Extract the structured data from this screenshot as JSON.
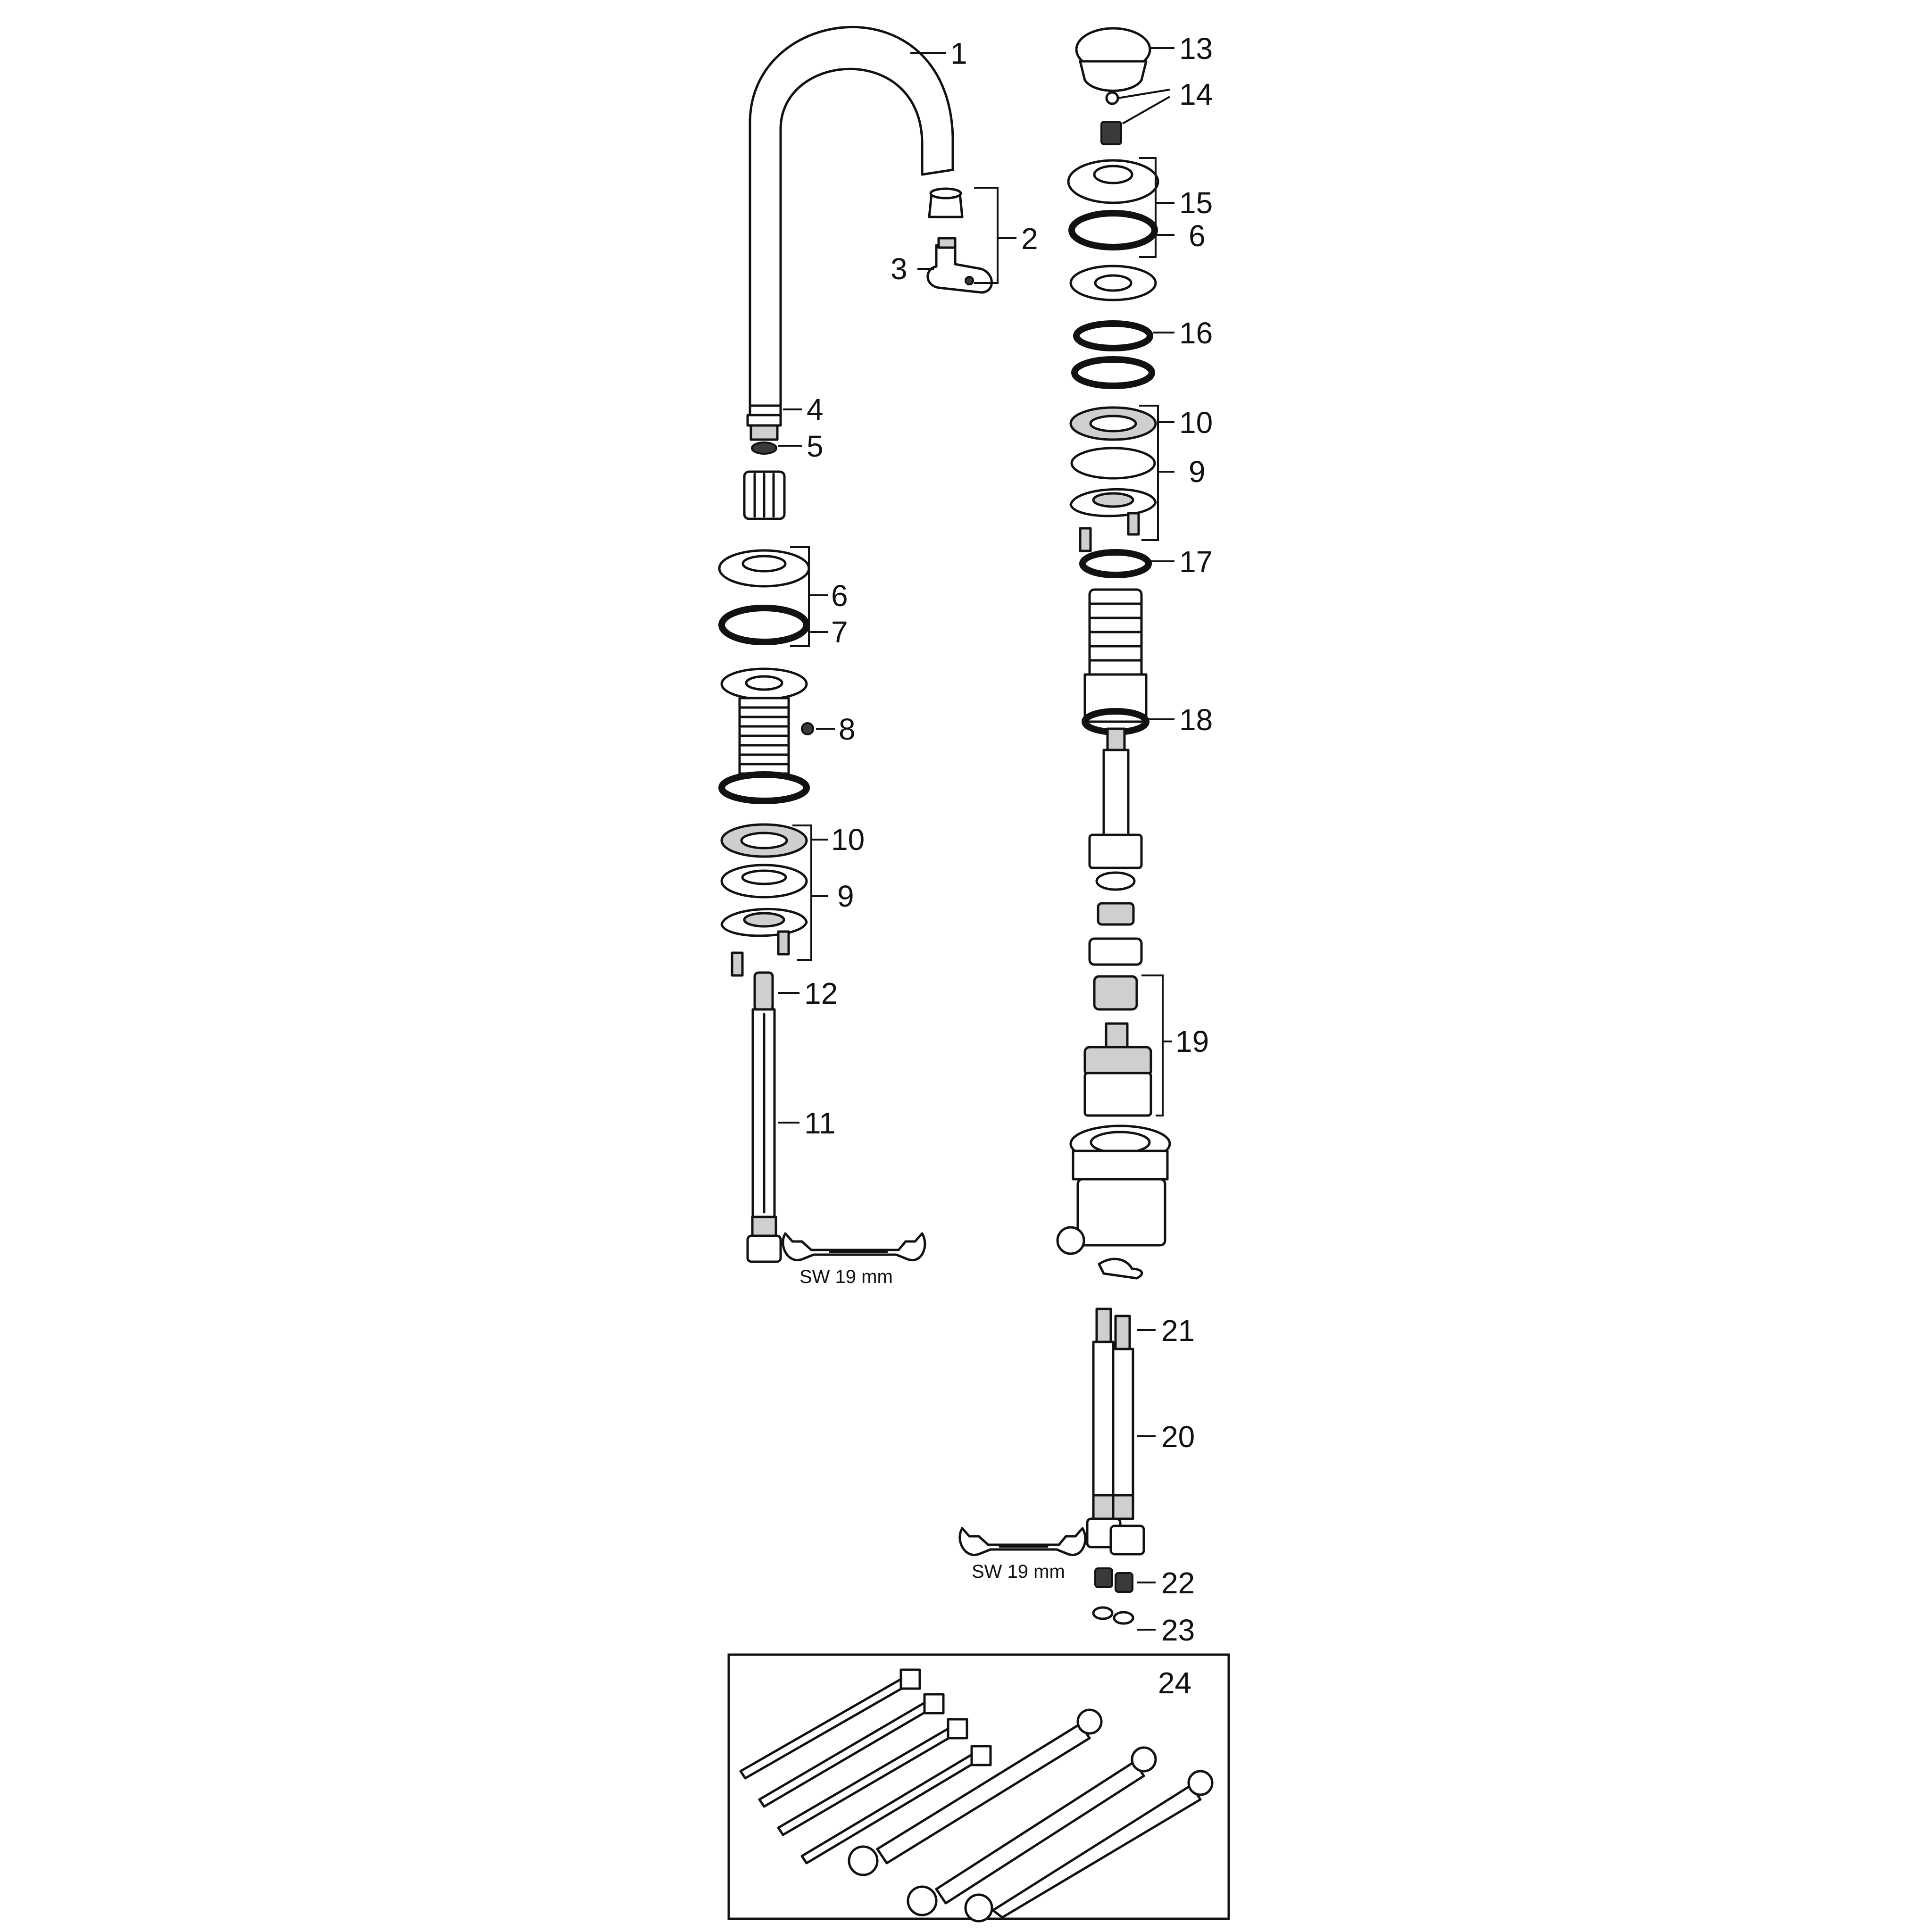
{
  "callouts": [
    {
      "id": "c1",
      "text": "1"
    },
    {
      "id": "c2",
      "text": "2"
    },
    {
      "id": "c3",
      "text": "3"
    },
    {
      "id": "c4",
      "text": "4"
    },
    {
      "id": "c5",
      "text": "5"
    },
    {
      "id": "c6a",
      "text": "6"
    },
    {
      "id": "c7",
      "text": "7"
    },
    {
      "id": "c8",
      "text": "8"
    },
    {
      "id": "c10a",
      "text": "10"
    },
    {
      "id": "c9a",
      "text": "9"
    },
    {
      "id": "c12",
      "text": "12"
    },
    {
      "id": "c11",
      "text": "11"
    },
    {
      "id": "c13",
      "text": "13"
    },
    {
      "id": "c14",
      "text": "14"
    },
    {
      "id": "c15",
      "text": "15"
    },
    {
      "id": "c6b",
      "text": "6"
    },
    {
      "id": "c16",
      "text": "16"
    },
    {
      "id": "c10b",
      "text": "10"
    },
    {
      "id": "c9b",
      "text": "9"
    },
    {
      "id": "c17",
      "text": "17"
    },
    {
      "id": "c18",
      "text": "18"
    },
    {
      "id": "c19",
      "text": "19"
    },
    {
      "id": "c21",
      "text": "21"
    },
    {
      "id": "c20",
      "text": "20"
    },
    {
      "id": "c22",
      "text": "22"
    },
    {
      "id": "c23",
      "text": "23"
    },
    {
      "id": "c24",
      "text": "24"
    }
  ],
  "wrench_captions": [
    "SW 19 mm",
    "SW 19 mm"
  ]
}
